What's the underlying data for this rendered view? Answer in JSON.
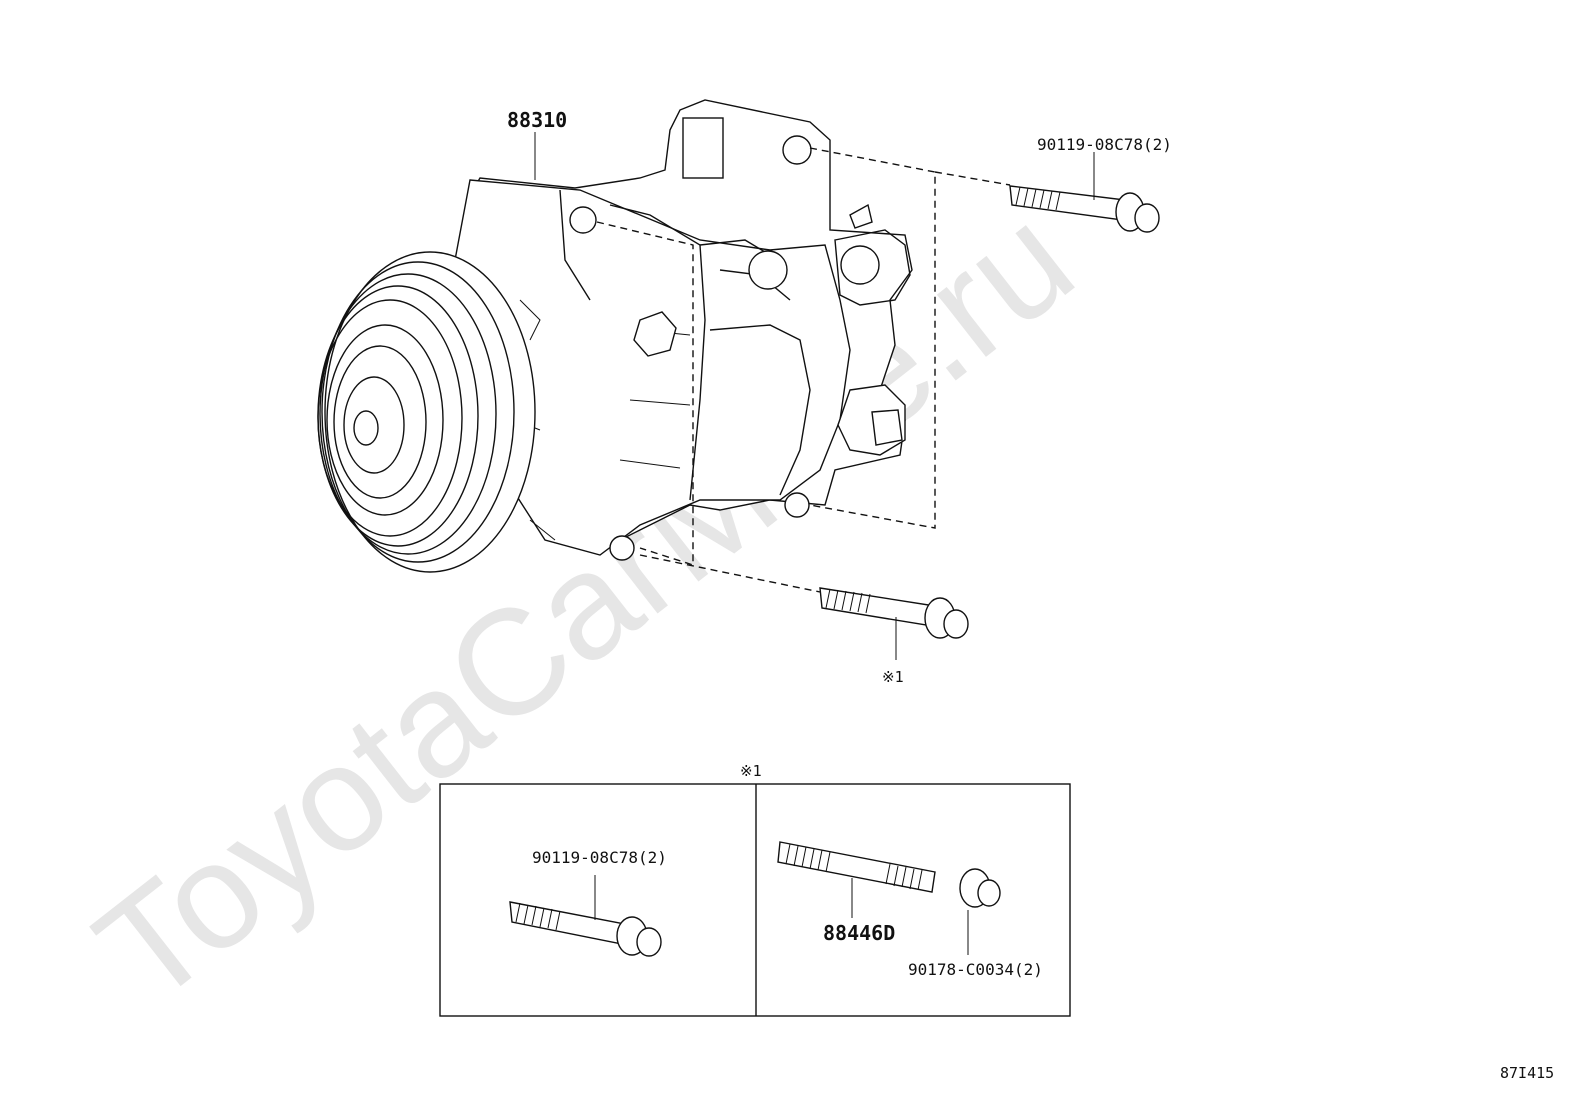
{
  "watermark": "ToyotaCarMine.ru",
  "labels": {
    "compressor": "88310",
    "bolt_top": "90119-08C78(2)",
    "bolt_bottom_ref": "※1",
    "inset_ref": "※1",
    "inset_bolt": "90119-08C78(2)",
    "inset_stud": "88446D",
    "inset_nut": "90178-C0034(2)",
    "figure_code": "87I415"
  }
}
